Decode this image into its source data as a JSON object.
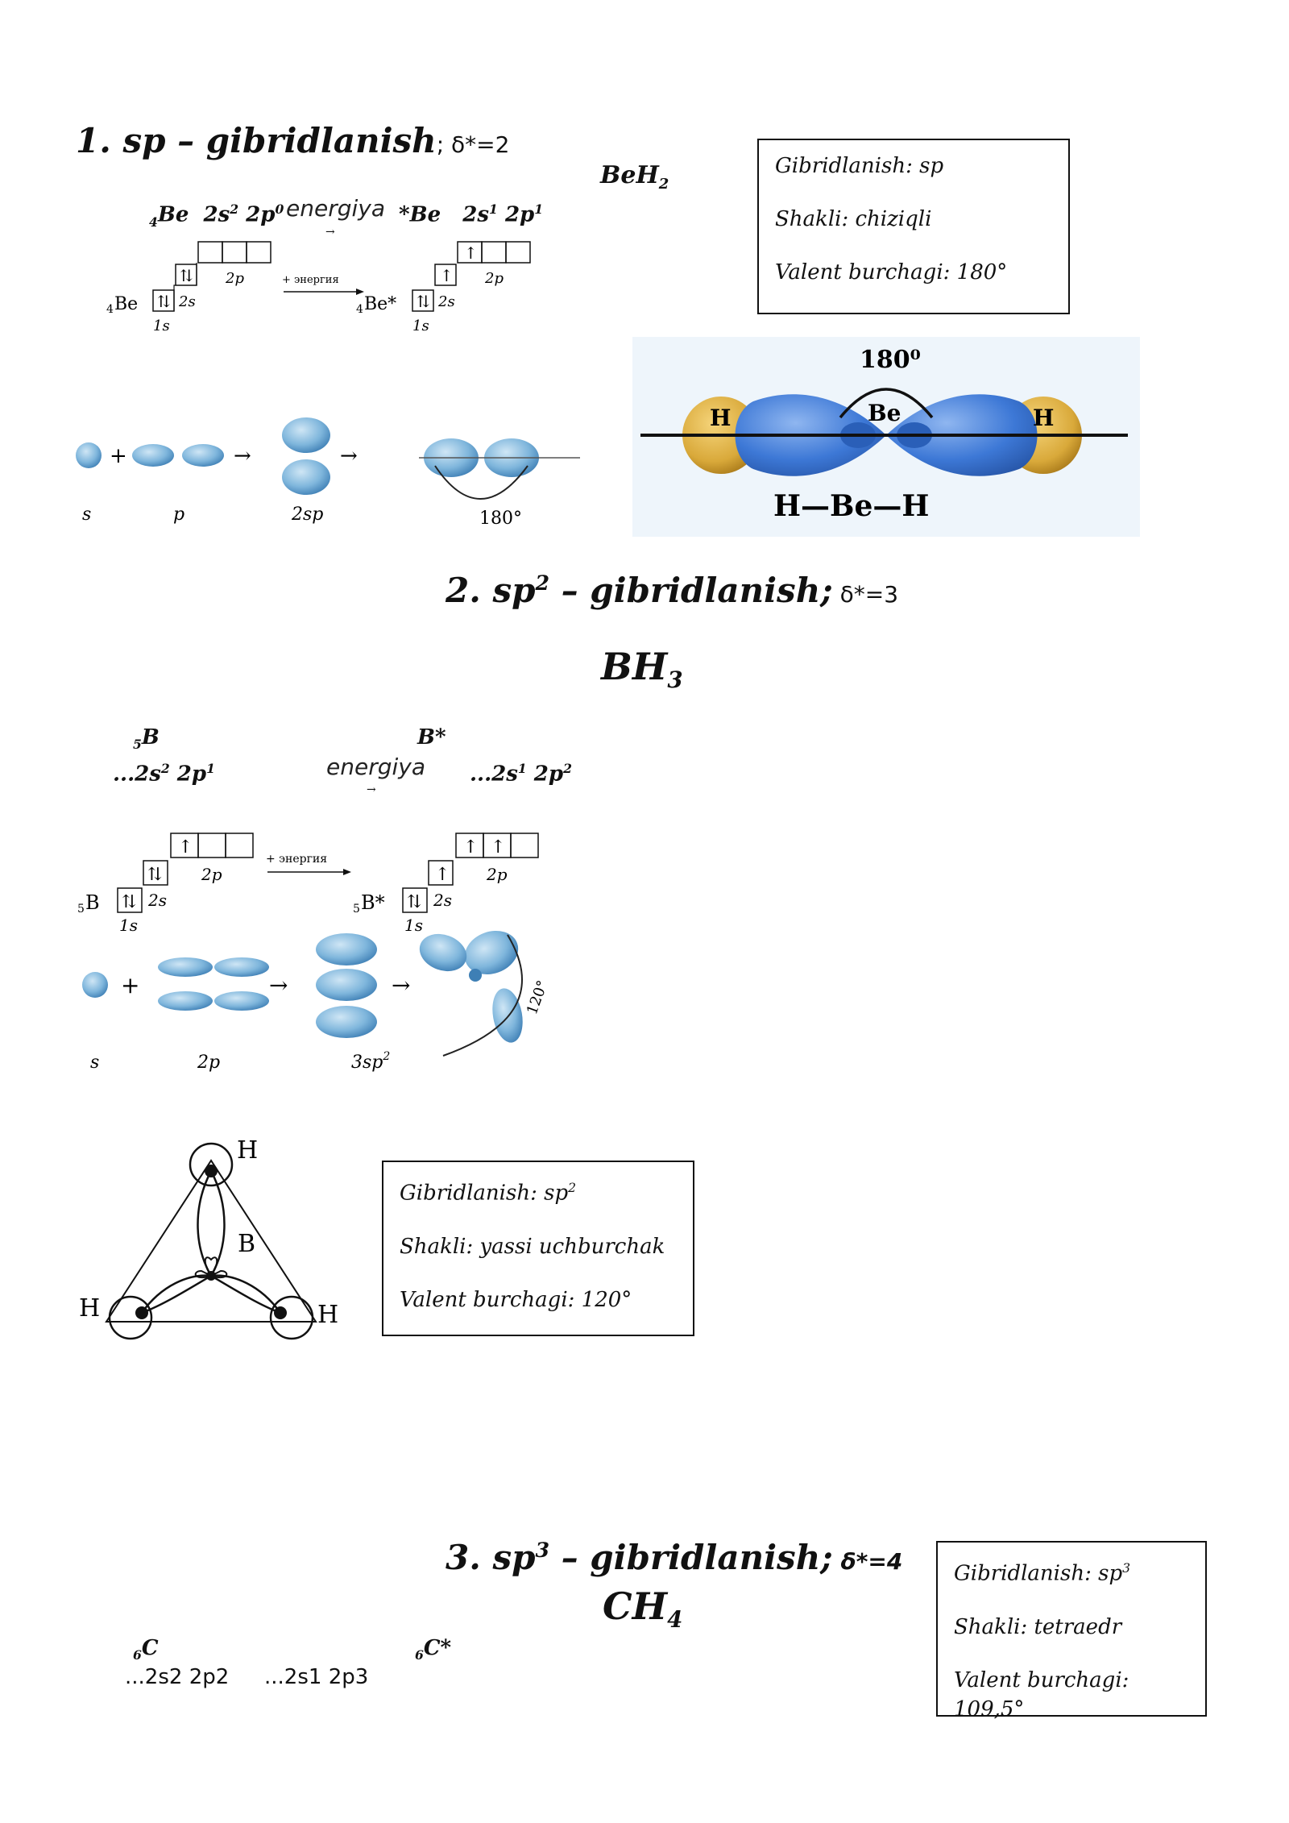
{
  "sp": {
    "heading": "1. sp – gibridlanish",
    "delta": "; δ*=2",
    "formula": "BeH",
    "formula_sub": "2",
    "ground_label_pre": "4",
    "ground_label": "Be",
    "ground_cfg_a": "2s",
    "ground_cfg_a_sup": "2",
    "ground_cfg_b": "2p",
    "ground_cfg_b_sup": "0",
    "energy": "energiya",
    "energy_arrow": "→",
    "excited_label": "*Be",
    "excited_cfg_a": "2s",
    "excited_cfg_a_sup": "1",
    "excited_cfg_b": "2p",
    "excited_cfg_b_sup": "1",
    "diagram": {
      "atom": "Be",
      "atom_sub": "4",
      "atom_excited": "Be*",
      "energy_text": "+ энергия",
      "orb_1s": "1s",
      "orb_2s": "2s",
      "orb_2p": "2p",
      "lbl_s": "s",
      "lbl_p": "p",
      "lbl_sp": "2sp",
      "angle": "180°"
    },
    "model": {
      "angle": "180⁰",
      "center": "Be",
      "left": "H",
      "right": "H",
      "structural": "H—Be—H"
    },
    "info": {
      "hyb": "Gibridlanish: sp",
      "shape": "Shakli: chiziqli",
      "angle": "Valent burchagi: 180°"
    }
  },
  "sp2": {
    "heading": "2. sp",
    "heading_sup": "2",
    "heading_rest": " – gibridlanish;",
    "delta": " δ*=3",
    "formula": "BH",
    "formula_sub": "3",
    "ground_pre": "5",
    "ground_label": "B",
    "ground_cfg": "...2s",
    "ground_cfg_sup": "2",
    "ground_cfg_b": " 2p",
    "ground_cfg_b_sup": "1",
    "energy": "energiya",
    "energy_arrow": "→",
    "excited_label": "B*",
    "excited_cfg": "...2s",
    "excited_cfg_sup": "1",
    "excited_cfg_b": " 2p",
    "excited_cfg_b_sup": "2",
    "diagram": {
      "atom": "B",
      "atom_sub": "5",
      "atom_excited": "B*",
      "energy_text": "+ энергия",
      "orb_1s": "1s",
      "orb_2s": "2s",
      "orb_2p": "2p",
      "lbl_s": "s",
      "lbl_p": "2p",
      "lbl_sp": "3sp",
      "lbl_sp_sup": "2",
      "angle": "120°"
    },
    "model": {
      "center": "B",
      "h": "H"
    },
    "info": {
      "hyb": "Gibridlanish: sp",
      "hyb_sup": "2",
      "shape": "Shakli: yassi uchburchak",
      "angle": "Valent burchagi: 120°"
    }
  },
  "sp3": {
    "heading": "3. sp",
    "heading_sup": "3",
    "heading_rest": " – gibridlanish;",
    "delta": " δ*=4",
    "formula": "CH",
    "formula_sub": "4",
    "ground_pre": "6",
    "ground_label": "C",
    "excited_pre": "6",
    "excited_label": "C*",
    "ground_cfg": "...2s2 2p2",
    "excited_cfg": "...2s1 2p3",
    "info": {
      "hyb": "Gibridlanish: sp",
      "hyb_sup": "3",
      "shape": "Shakli: tetraedr",
      "angle": "Valent burchagi: 109,5°"
    }
  },
  "colors": {
    "lobe": "#7fb6dc",
    "lobe_dark": "#3e7fb5",
    "h_atom": "#d9a93a",
    "model_lobe": "#3d78d6",
    "panel_bg": "#eef5fb"
  }
}
